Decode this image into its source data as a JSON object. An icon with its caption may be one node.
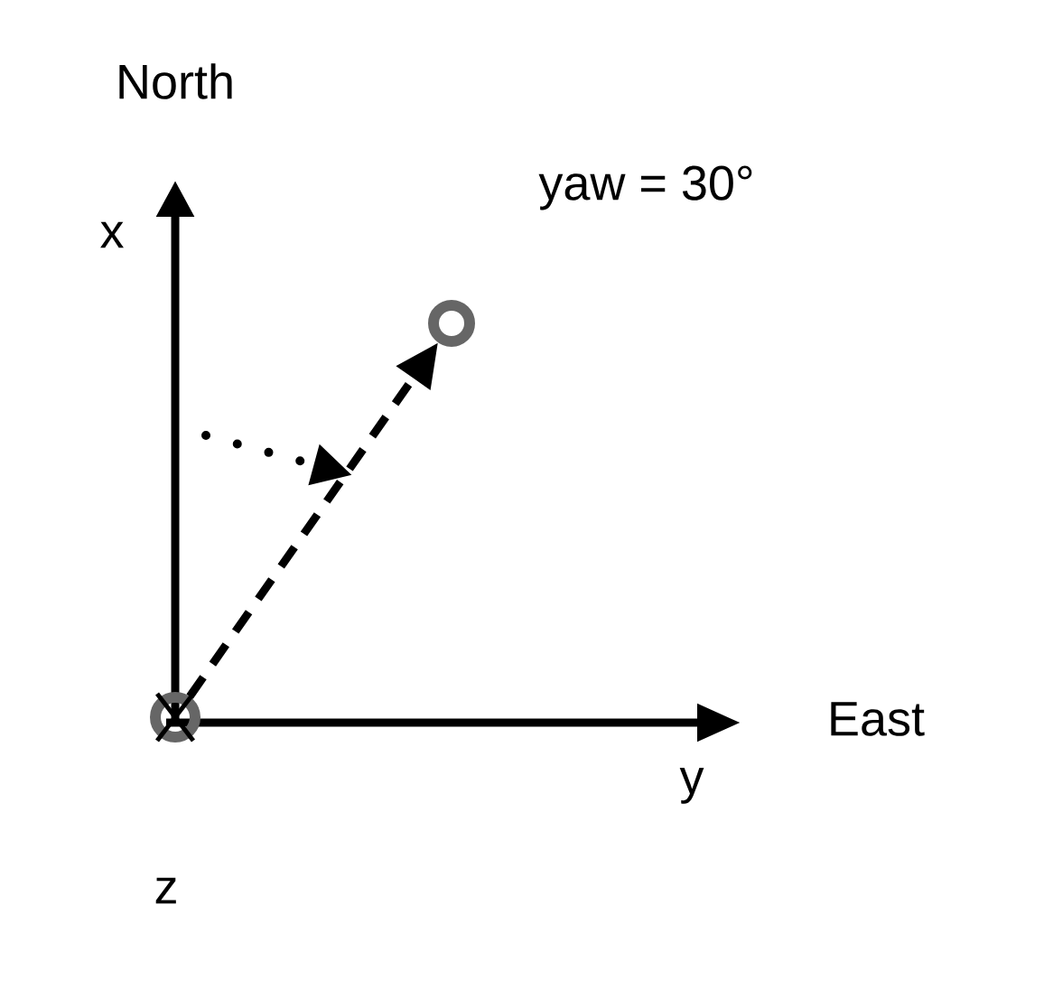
{
  "diagram": {
    "nodes": [
      {
        "text": [],
        "shape": "circle"
      },
      {
        "text": [],
        "shape": "circle"
      }
    ],
    "edges": [
      {
        "from": 0,
        "to": 1,
        "arrow": "to",
        "style": "dashed"
      }
    ],
    "labels": [
      "North",
      "yaw = 30°",
      "x",
      "East",
      "y",
      "z"
    ]
  }
}
